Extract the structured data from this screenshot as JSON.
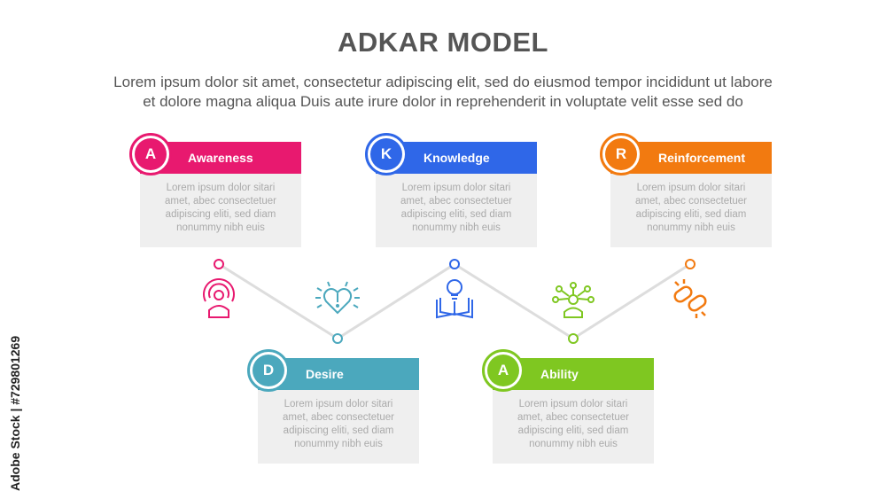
{
  "title": "ADKAR MODEL",
  "subtitle_line1": "Lorem ipsum dolor sit amet, consectetur adipiscing elit, sed do eiusmod tempor incididunt ut labore",
  "subtitle_line2": "et dolore magna aliqua Duis aute irure dolor in reprehenderit in voluptate velit esse sed do",
  "watermark": "Adobe Stock | #729801269",
  "steps": [
    {
      "letter": "A",
      "label": "Awareness",
      "color": "#e8196f",
      "icon": "awareness-signal-person-icon",
      "body": [
        "Lorem ipsum dolor sitari",
        "amet, abec consectetuer",
        "adipiscing eliti, sed diam",
        "nonummy nibh euis"
      ]
    },
    {
      "letter": "D",
      "label": "Desire",
      "color": "#4ba8bd",
      "icon": "heart-exclamation-icon",
      "body": [
        "Lorem ipsum dolor sitari",
        "amet, abec consectetuer",
        "adipiscing eliti, sed diam",
        "nonummy nibh euis"
      ]
    },
    {
      "letter": "K",
      "label": "Knowledge",
      "color": "#2f67e8",
      "icon": "book-lightbulb-icon",
      "body": [
        "Lorem ipsum dolor sitari",
        "amet, abec consectetuer",
        "adipiscing eliti, sed diam",
        "nonummy nibh euis"
      ]
    },
    {
      "letter": "A",
      "label": "Ability",
      "color": "#7fc721",
      "icon": "person-network-icon",
      "body": [
        "Lorem ipsum dolor sitari",
        "amet, abec consectetuer",
        "adipiscing eliti, sed diam",
        "nonummy nibh euis"
      ]
    },
    {
      "letter": "R",
      "label": "Reinforcement",
      "color": "#f27a10",
      "icon": "chain-link-icon",
      "body": [
        "Lorem ipsum dolor sitari",
        "amet, abec consectetuer",
        "adipiscing eliti, sed diam",
        "nonummy nibh euis"
      ]
    }
  ]
}
